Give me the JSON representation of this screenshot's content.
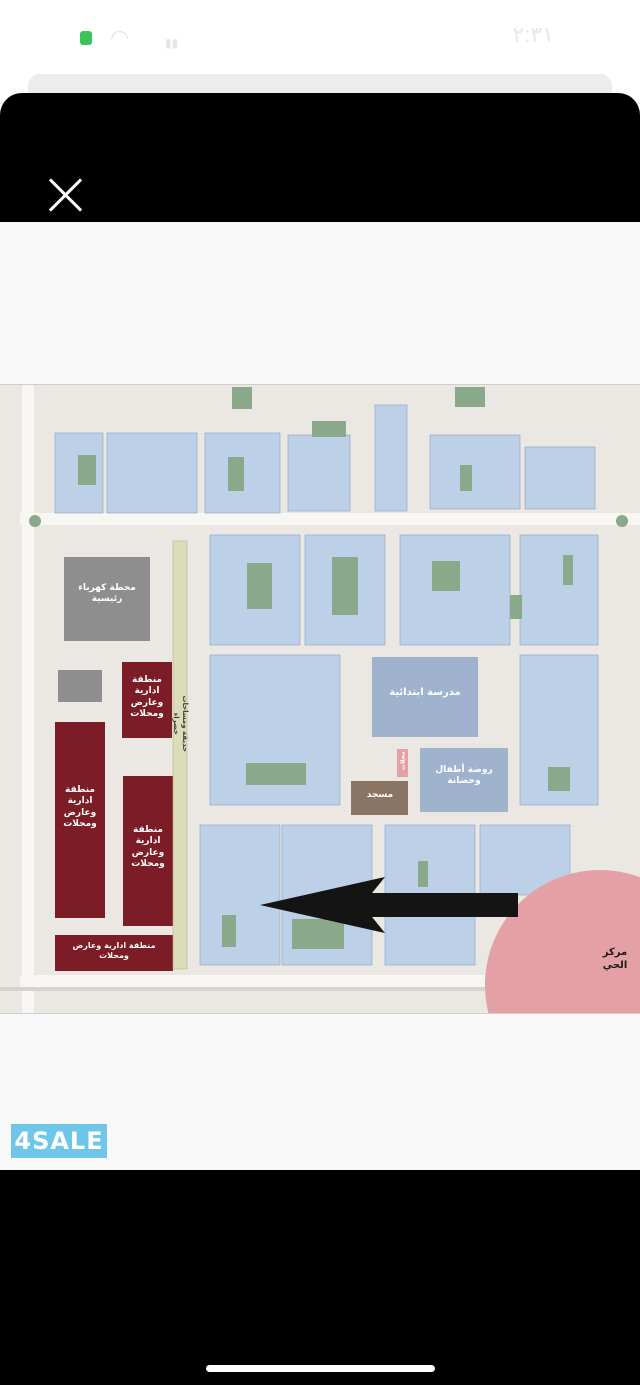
{
  "status_bar": {
    "time": "٢:٣١"
  },
  "map": {
    "labels": {
      "power_station": "محطة كهرباء رئيسية",
      "admin_zone_top": "منطقة ادارية وعارض ومحلات",
      "admin_zone_left": "منطقة ادارية وعارض ومحلات",
      "admin_zone_right": "منطقة ادارية وعارض ومحلات",
      "admin_zone_bottom": "منطقة ادارية وعارض ومحلات",
      "park_strip": "حديقة ومساحات خضراء",
      "elementary_school": "مدرسة ابتدائية",
      "kindergarten": "روضة أطفال وحضانة",
      "shops": "محلات",
      "mosque": "مسجد",
      "district_center": "مركز الحي"
    },
    "colors": {
      "block_blue": "#b8cde6",
      "admin_red": "#7b1c27",
      "school": "#9fb3cf",
      "district_center": "#e3a0a5",
      "green": "#8aa88a",
      "power": "#8e8e8e"
    }
  },
  "watermark": {
    "logo_text": "4SALE"
  }
}
